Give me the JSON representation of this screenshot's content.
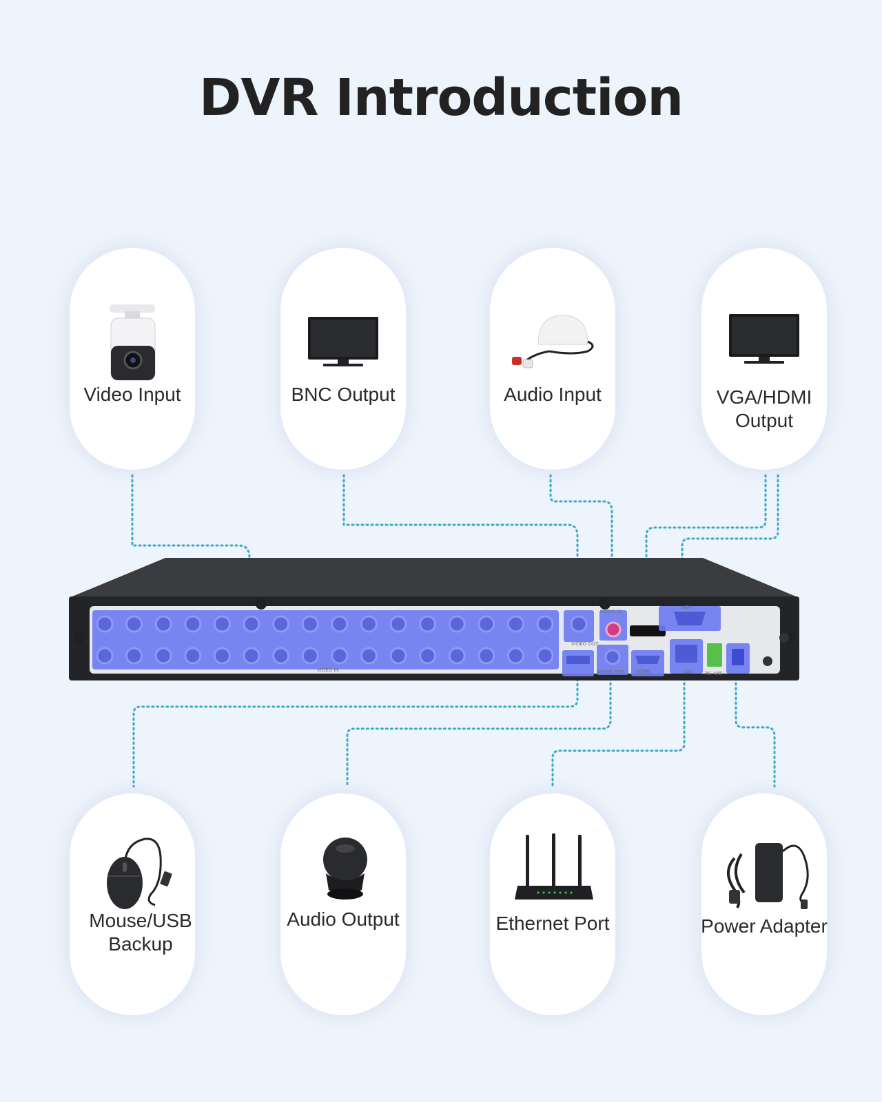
{
  "title": "DVR Introduction",
  "top_cards": [
    {
      "label": "Video Input",
      "icon": "camera-icon"
    },
    {
      "label": "BNC Output",
      "icon": "monitor-icon"
    },
    {
      "label": "Audio Input",
      "icon": "microphone-icon"
    },
    {
      "label": "VGA/HDMI Output",
      "icon": "monitor-icon"
    }
  ],
  "bottom_cards": [
    {
      "label": "Mouse/USB Backup",
      "icon": "mouse-icon"
    },
    {
      "label": "Audio Output",
      "icon": "speaker-icon"
    },
    {
      "label": "Ethernet Port",
      "icon": "router-icon"
    },
    {
      "label": "Power Adapter",
      "icon": "power-adapter-icon"
    }
  ],
  "device_labels": {
    "video_in": "VIDEO IN",
    "video_out": "VIDEO OUT",
    "audio_in": "AUDIO IN",
    "audio_out": "AUDIO OUT",
    "hdmi": "HDMI",
    "vga": "VGA",
    "lan": "LAN",
    "rs485": "RS-485"
  },
  "colors": {
    "background": "#eef4fb",
    "highlight": "#6f7cf0",
    "connector_line": "#3aa9c9",
    "device_body": "#2b2d31",
    "device_panel": "#e6e8ec"
  }
}
